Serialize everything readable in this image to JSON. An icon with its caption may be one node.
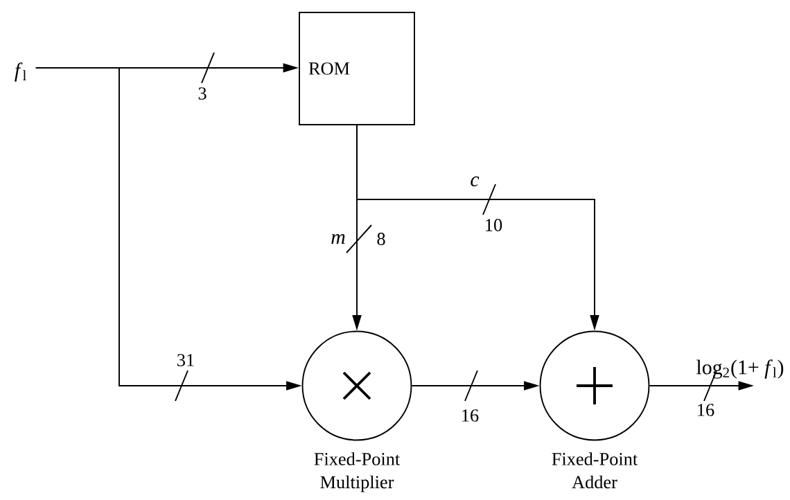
{
  "diagram": {
    "nodes": [
      {
        "text": [
          "*f*$_{l}$"
        ]
      },
      {
        "text": [
          "ROM"
        ]
      },
      {
        "text": [
          "Fixed-Point Multiplier"
        ]
      },
      {
        "text": [
          "Fixed-Point Adder"
        ]
      },
      {
        "text": [
          "log$_{2}$(1+ *f*$_{l}$)"
        ]
      }
    ],
    "edges": [
      {
        "from": 0,
        "to": 1,
        "arrow": "to",
        "label": "3"
      },
      {
        "from": 0,
        "to": 2,
        "arrow": "to",
        "label": "31"
      },
      {
        "from": 1,
        "to": 2,
        "arrow": "to",
        "label": "8"
      },
      {
        "from": 1,
        "to": 3,
        "arrow": "to",
        "label": "10"
      },
      {
        "from": 2,
        "to": 3,
        "arrow": "to",
        "label": "16"
      },
      {
        "from": 3,
        "to": 4,
        "arrow": "to",
        "label": "16"
      }
    ],
    "labels": [
      "*m*",
      "*c*"
    ]
  }
}
